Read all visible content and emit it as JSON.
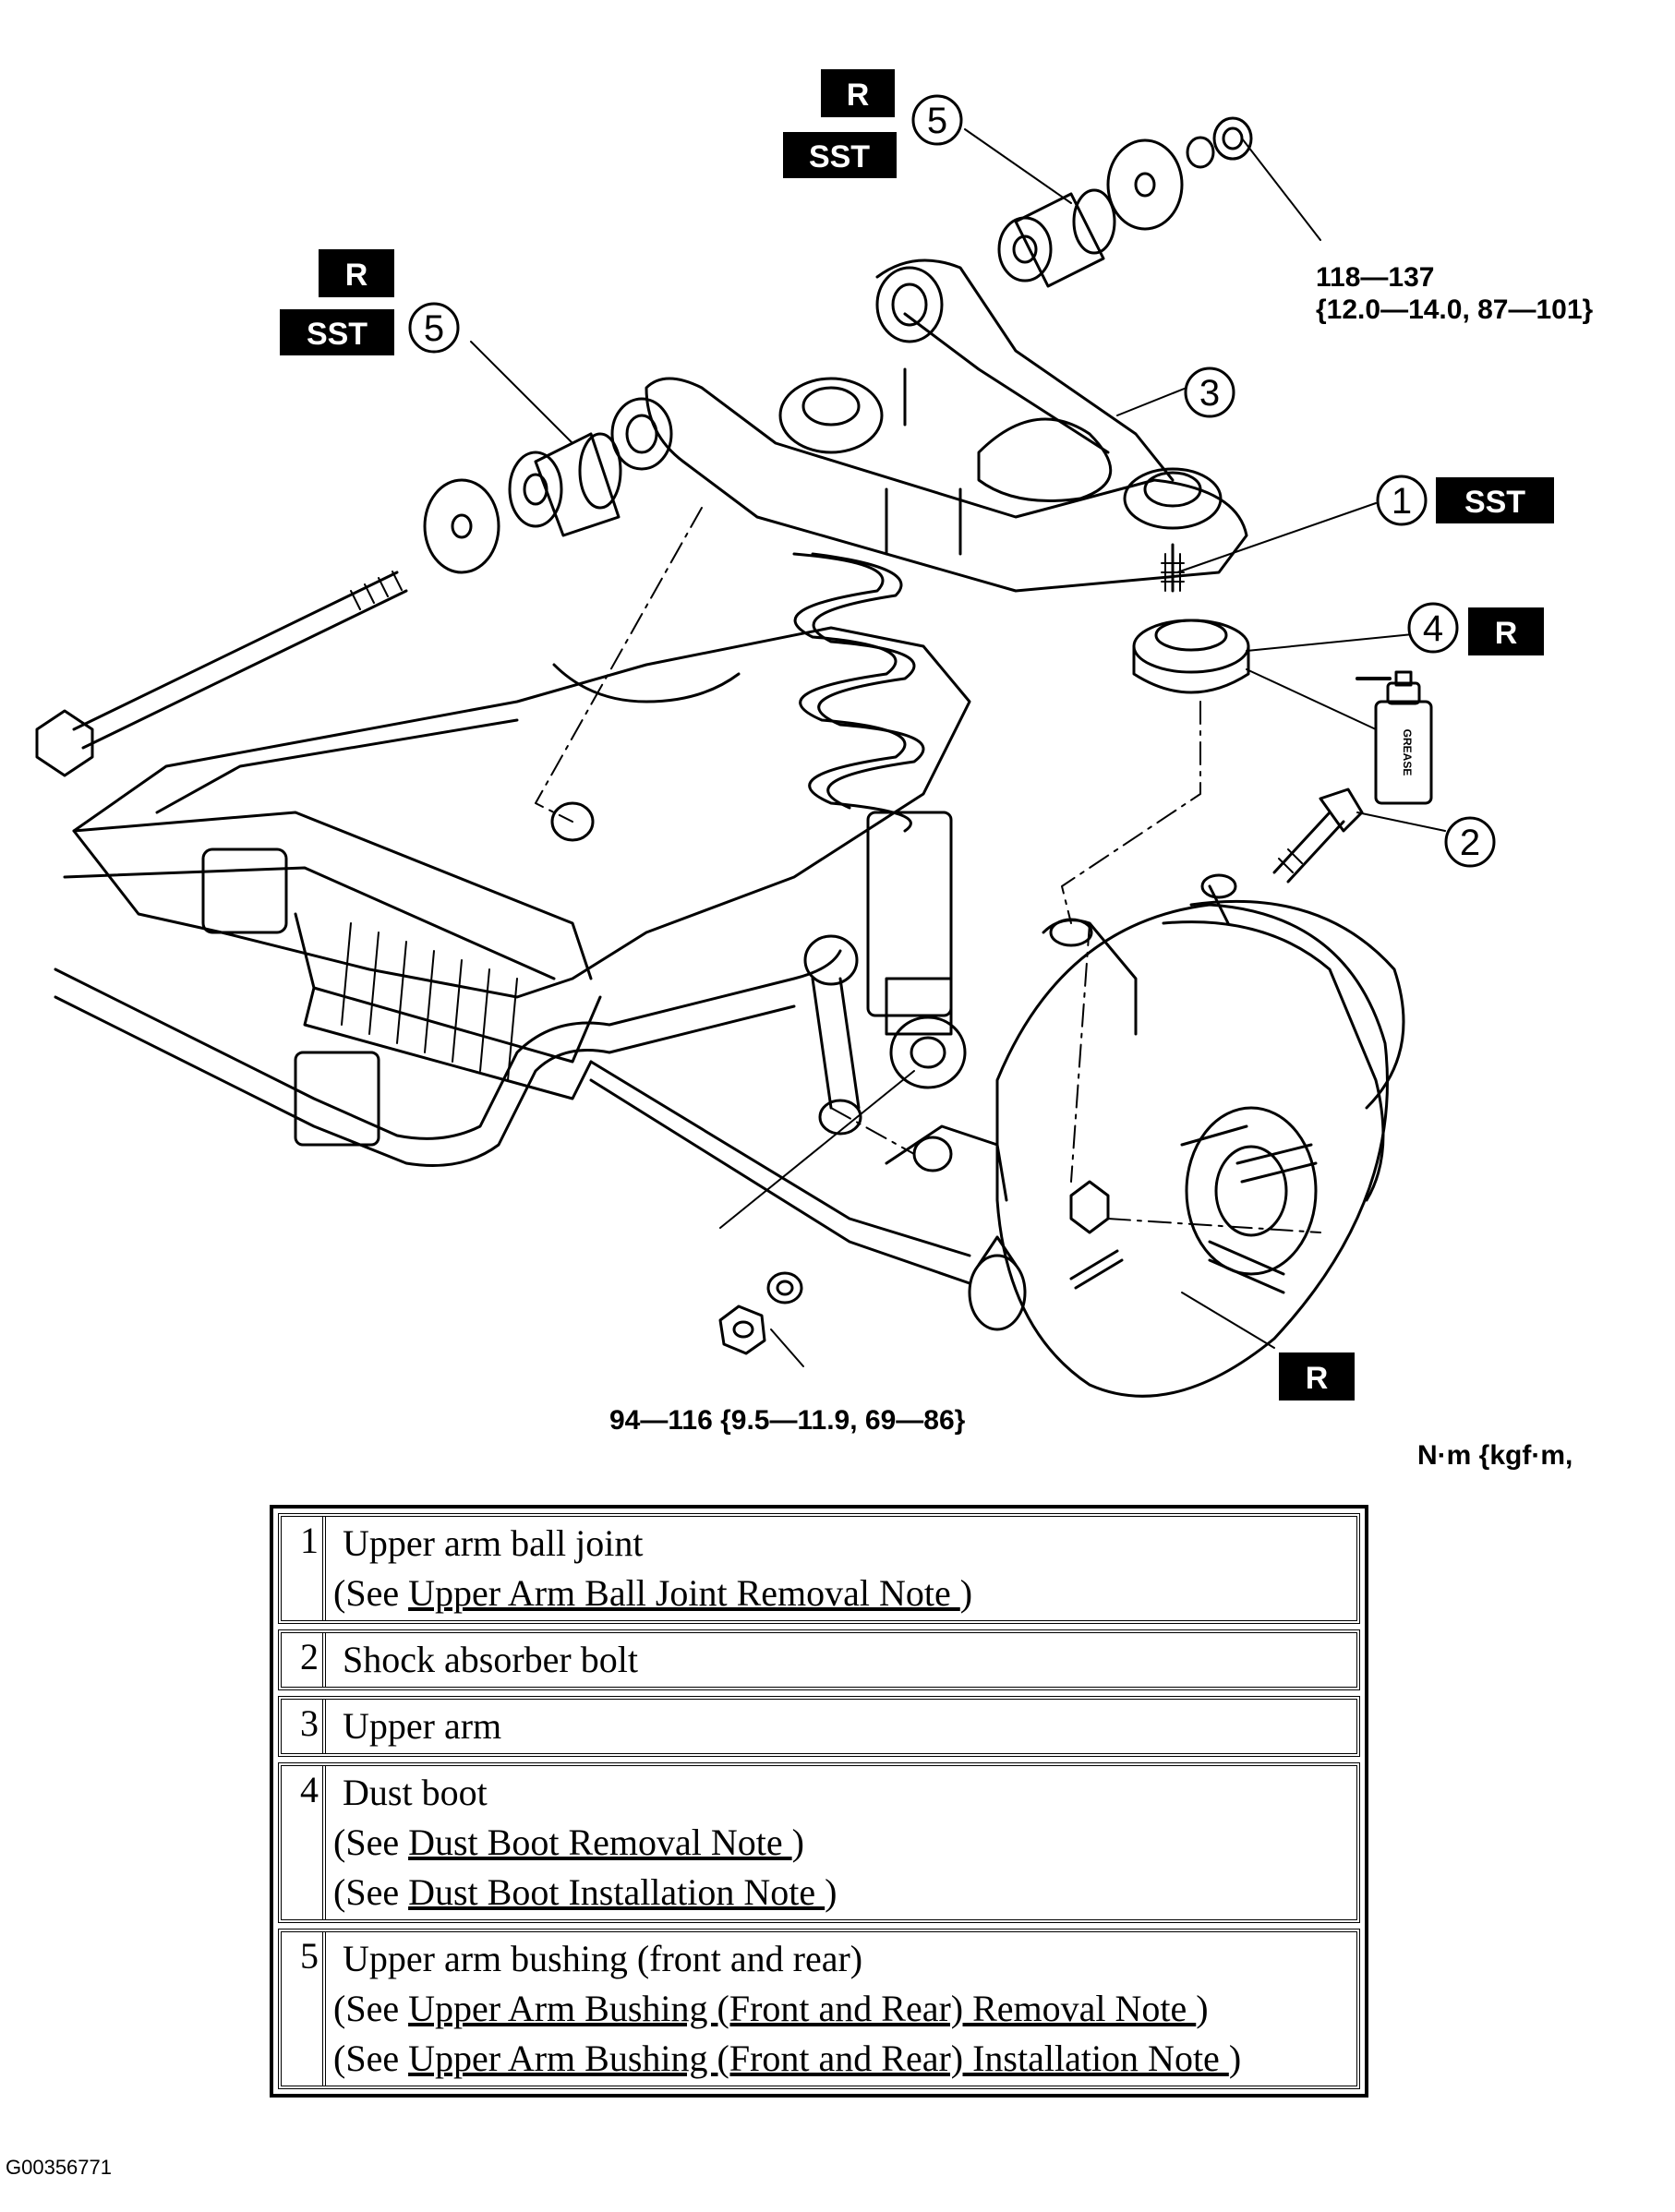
{
  "diagram": {
    "badges": {
      "r": "R",
      "sst": "SST"
    },
    "callout_numbers": [
      "1",
      "2",
      "3",
      "4",
      "5"
    ],
    "torque_top": [
      "118—137",
      "{12.0—14.0, 87—101}"
    ],
    "torque_bottom": "94—116 {9.5—11.9, 69—86}",
    "grease_label": "GREASE",
    "units": "N·m {kgf·m,"
  },
  "parts": [
    {
      "number": "1",
      "name": "Upper arm ball joint",
      "notes": [
        {
          "prefix": "(See ",
          "link": "Upper Arm Ball Joint Removal Note ",
          "suffix": ")"
        }
      ]
    },
    {
      "number": "2",
      "name": "Shock absorber bolt",
      "notes": []
    },
    {
      "number": "3",
      "name": "Upper arm",
      "notes": []
    },
    {
      "number": "4",
      "name": "Dust boot",
      "notes": [
        {
          "prefix": "(See ",
          "link": "Dust Boot Removal Note ",
          "suffix": ")"
        },
        {
          "prefix": "(See ",
          "link": "Dust Boot Installation Note ",
          "suffix": ")"
        }
      ]
    },
    {
      "number": "5",
      "name": "Upper arm bushing (front and rear)",
      "notes": [
        {
          "prefix": "(See ",
          "link": "Upper Arm Bushing (Front and Rear) Removal Note ",
          "suffix": ")"
        },
        {
          "prefix": "(See ",
          "link": "Upper Arm Bushing (Front and Rear) Installation Note ",
          "suffix": ")"
        }
      ]
    }
  ],
  "figure_id": "G00356771"
}
